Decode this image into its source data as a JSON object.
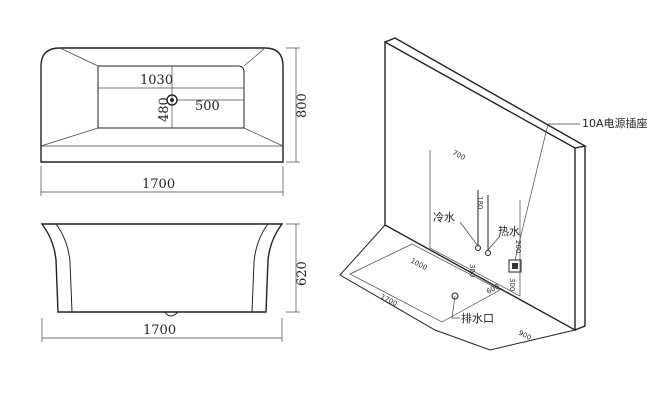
{
  "top_view": {
    "inner_width": "1030",
    "drain_offset": "500",
    "inner_depth": "480",
    "overall_depth": "800",
    "overall_length": "1700"
  },
  "side_view": {
    "height": "620",
    "overall_length": "1700"
  },
  "install_view": {
    "socket_label": "10A电源插座",
    "cold_water_label": "冷水",
    "hot_water_label": "热水",
    "drain_label": "排水口",
    "dim_700": "700",
    "dim_180": "180",
    "dim_200": "200",
    "dim_1000": "1000",
    "dim_1700": "1700",
    "dim_600": "600",
    "dim_900": "900",
    "dim_300": "300",
    "dim_300b": "300"
  }
}
